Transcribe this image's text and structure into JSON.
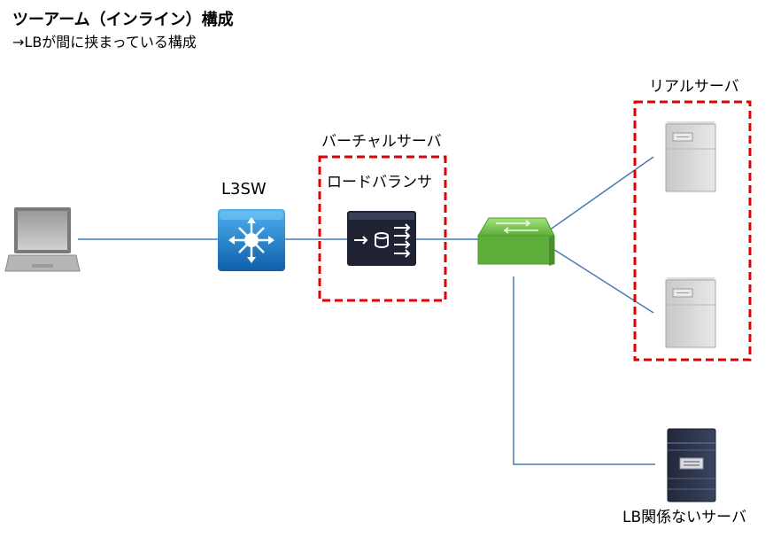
{
  "header": {
    "title": "ツーアーム（インライン）構成",
    "subtitle": "→LBが間に挟まっている構成"
  },
  "labels": {
    "l3sw": "L3SW",
    "virtual_server": "バーチャルサーバ",
    "load_balancer": "ロードバランサ",
    "real_server": "リアルサーバ",
    "unrelated_server": "LB関係ないサーバ"
  },
  "colors": {
    "link_line": "#4a7ab5",
    "group_border": "#e00000",
    "l3sw_blue": "#1a7fd0",
    "switch_green": "#6cc04a",
    "lb_dark": "#1e2233"
  }
}
